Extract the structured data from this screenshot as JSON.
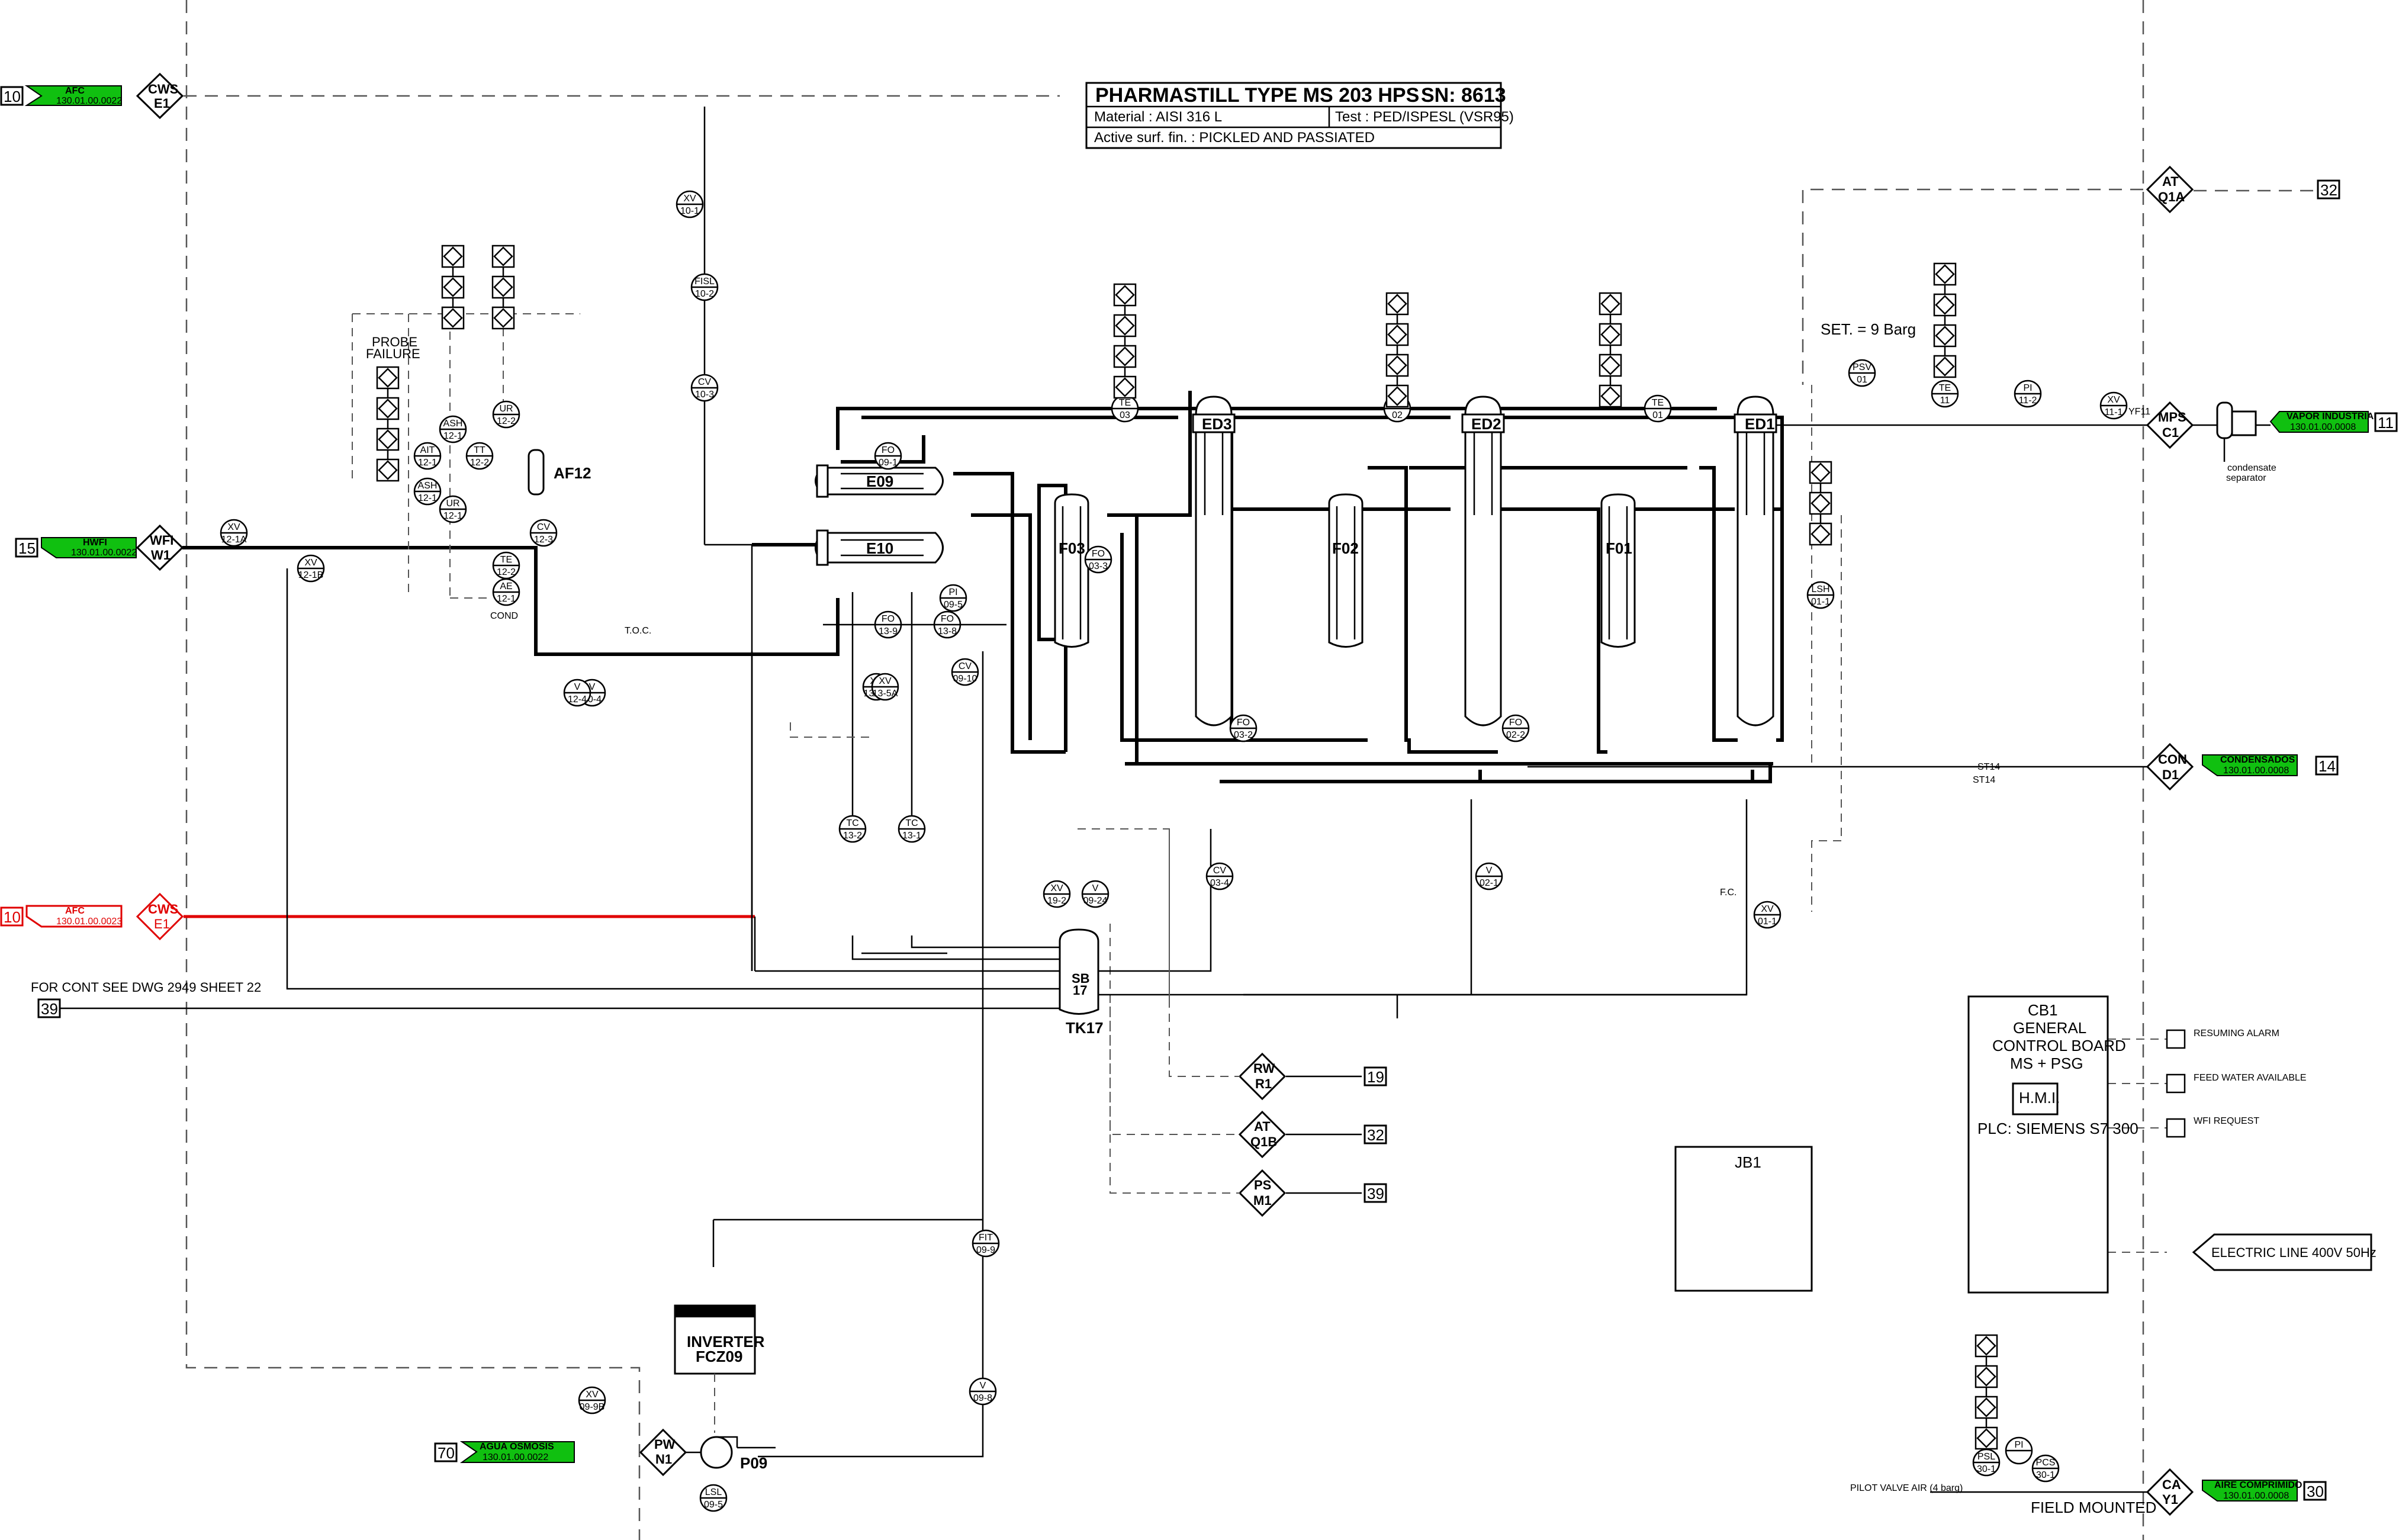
{
  "title_block": {
    "title": "PHARMASTILL TYPE MS 203 HPS",
    "serial": "SN: 8613",
    "material": "Material : AISI 316 L",
    "test": "Test : PED/ISPESL (VSR95)",
    "surface": "Active surf. fin. : PICKLED AND PASSIATED"
  },
  "connections": [
    {
      "num": "10",
      "tag": "AFC",
      "code": "130.01.00.0022",
      "sym1": "CWS",
      "sym2": "E1"
    },
    {
      "num": "15",
      "tag": "HWFI",
      "code": "130.01.00.0022",
      "sym1": "WFI",
      "sym2": "W1"
    },
    {
      "num": "10",
      "tag": "AFC",
      "code": "130.01.00.0023",
      "sym1": "CWS",
      "sym2": "E1"
    },
    {
      "num": "39",
      "note": "FOR CONT SEE DWG 2949 SHEET 22"
    },
    {
      "num": "70",
      "tag": "AGUA OSMOSIS",
      "code": "130.01.00.0022",
      "sym1": "PW",
      "sym2": "N1"
    },
    {
      "num": "32",
      "sym1": "AT",
      "sym2": "Q1A"
    },
    {
      "num": "11",
      "tag": "VAPOR INDUSTRIAL",
      "code": "130.01.00.0008",
      "sym1": "MPS",
      "sym2": "C1"
    },
    {
      "num": "14",
      "tag": "CONDENSADOS",
      "code": "130.01.00.0008",
      "sym1": "CON",
      "sym2": "D1"
    },
    {
      "num": "30",
      "tag": "AIRE COMPRIMIDO",
      "code": "130.01.00.0008",
      "sym1": "CA",
      "sym2": "Y1"
    },
    {
      "num": "19",
      "sym1": "RW",
      "sym2": "R1"
    },
    {
      "num": "32",
      "sym1": "AT",
      "sym2": "Q1B"
    },
    {
      "num": "39",
      "sym1": "PS",
      "sym2": "M1"
    }
  ],
  "equipment": {
    "ed3": "ED3",
    "ed2": "ED2",
    "ed1": "ED1",
    "f03": "F03",
    "f02": "F02",
    "f01": "F01",
    "e09": "E09",
    "e10": "E10",
    "af12": "AF12",
    "tk17": "TK17",
    "sb17_a": "SB",
    "sb17_b": "17",
    "inverter_a": "INVERTER",
    "inverter_b": "FCZ09",
    "p09": "P09",
    "jb1": "JB1",
    "cb1": [
      "CB1",
      "GENERAL",
      "CONTROL BOARD",
      "MS + PSG"
    ],
    "hmi": "H.M.I.",
    "plc": "PLC: SIEMENS S7 300"
  },
  "notes": {
    "probe": "PROBE",
    "failure": "FAILURE",
    "set": "SET. = 9 Barg",
    "toc": "T.O.C.",
    "cond": "COND",
    "condensate_a": "condensate",
    "condensate_b": "separator",
    "resuming": "RESUMING ALARM",
    "feed_water": "FEED WATER AVAILABLE",
    "wfi_req": "WFI REQUEST",
    "electric": "ELECTRIC LINE 400V 50Hz",
    "pilot": "PILOT VALVE AIR (4 barg)",
    "field": "FIELD MOUNTED",
    "st14": "ST14",
    "fc": "F.C.",
    "yf11": "YF11"
  },
  "instruments": [
    {
      "a": "XV",
      "b": "10-1"
    },
    {
      "a": "FISL",
      "b": "10-2"
    },
    {
      "a": "CV",
      "b": "10-3"
    },
    {
      "a": "V",
      "b": "10-4"
    },
    {
      "a": "XV",
      "b": "12-1A"
    },
    {
      "a": "XV",
      "b": "12-1B"
    },
    {
      "a": "CV",
      "b": "12-3"
    },
    {
      "a": "V",
      "b": "12-4"
    },
    {
      "a": "ASH",
      "b": "12-1"
    },
    {
      "a": "AIT",
      "b": "12-1"
    },
    {
      "a": "TT",
      "b": "12-2"
    },
    {
      "a": "ASH",
      "b": "12-1"
    },
    {
      "a": "UR",
      "b": "12-1"
    },
    {
      "a": "UR",
      "b": "12-2"
    },
    {
      "a": "TE",
      "b": "12-2"
    },
    {
      "a": "AE",
      "b": "12-1"
    },
    {
      "a": "FO",
      "b": "09-1"
    },
    {
      "a": "FO",
      "b": "13-9"
    },
    {
      "a": "FO",
      "b": "13-8"
    },
    {
      "a": "PI",
      "b": "09-5"
    },
    {
      "a": "CV",
      "b": "09-10"
    },
    {
      "a": "XV",
      "b": "13-5B"
    },
    {
      "a": "XV",
      "b": "13-5A"
    },
    {
      "a": "TC",
      "b": "13-2"
    },
    {
      "a": "TC",
      "b": "13-1"
    },
    {
      "a": "TE",
      "b": "03"
    },
    {
      "a": "TE",
      "b": "02"
    },
    {
      "a": "TE",
      "b": "01"
    },
    {
      "a": "FO",
      "b": "03-3"
    },
    {
      "a": "FO",
      "b": "03-2"
    },
    {
      "a": "FO",
      "b": "02-2"
    },
    {
      "a": "CV",
      "b": "03-4"
    },
    {
      "a": "V",
      "b": "02-1"
    },
    {
      "a": "XV",
      "b": "01-1"
    },
    {
      "a": "LSH",
      "b": "01-1"
    },
    {
      "a": "PSV",
      "b": "01"
    },
    {
      "a": "TE",
      "b": "11"
    },
    {
      "a": "PI",
      "b": "11-2"
    },
    {
      "a": "XV",
      "b": "11-1"
    },
    {
      "a": "XV",
      "b": "19-2"
    },
    {
      "a": "V",
      "b": "09-24"
    },
    {
      "a": "FIT",
      "b": "09-9"
    },
    {
      "a": "LSL",
      "b": "09-5"
    },
    {
      "a": "V",
      "b": "09-8"
    },
    {
      "a": "XV",
      "b": "09-9B"
    },
    {
      "a": "PSL",
      "b": "30-1"
    },
    {
      "a": "PCS",
      "b": "30-1"
    },
    {
      "a": "PI",
      "b": ""
    }
  ]
}
